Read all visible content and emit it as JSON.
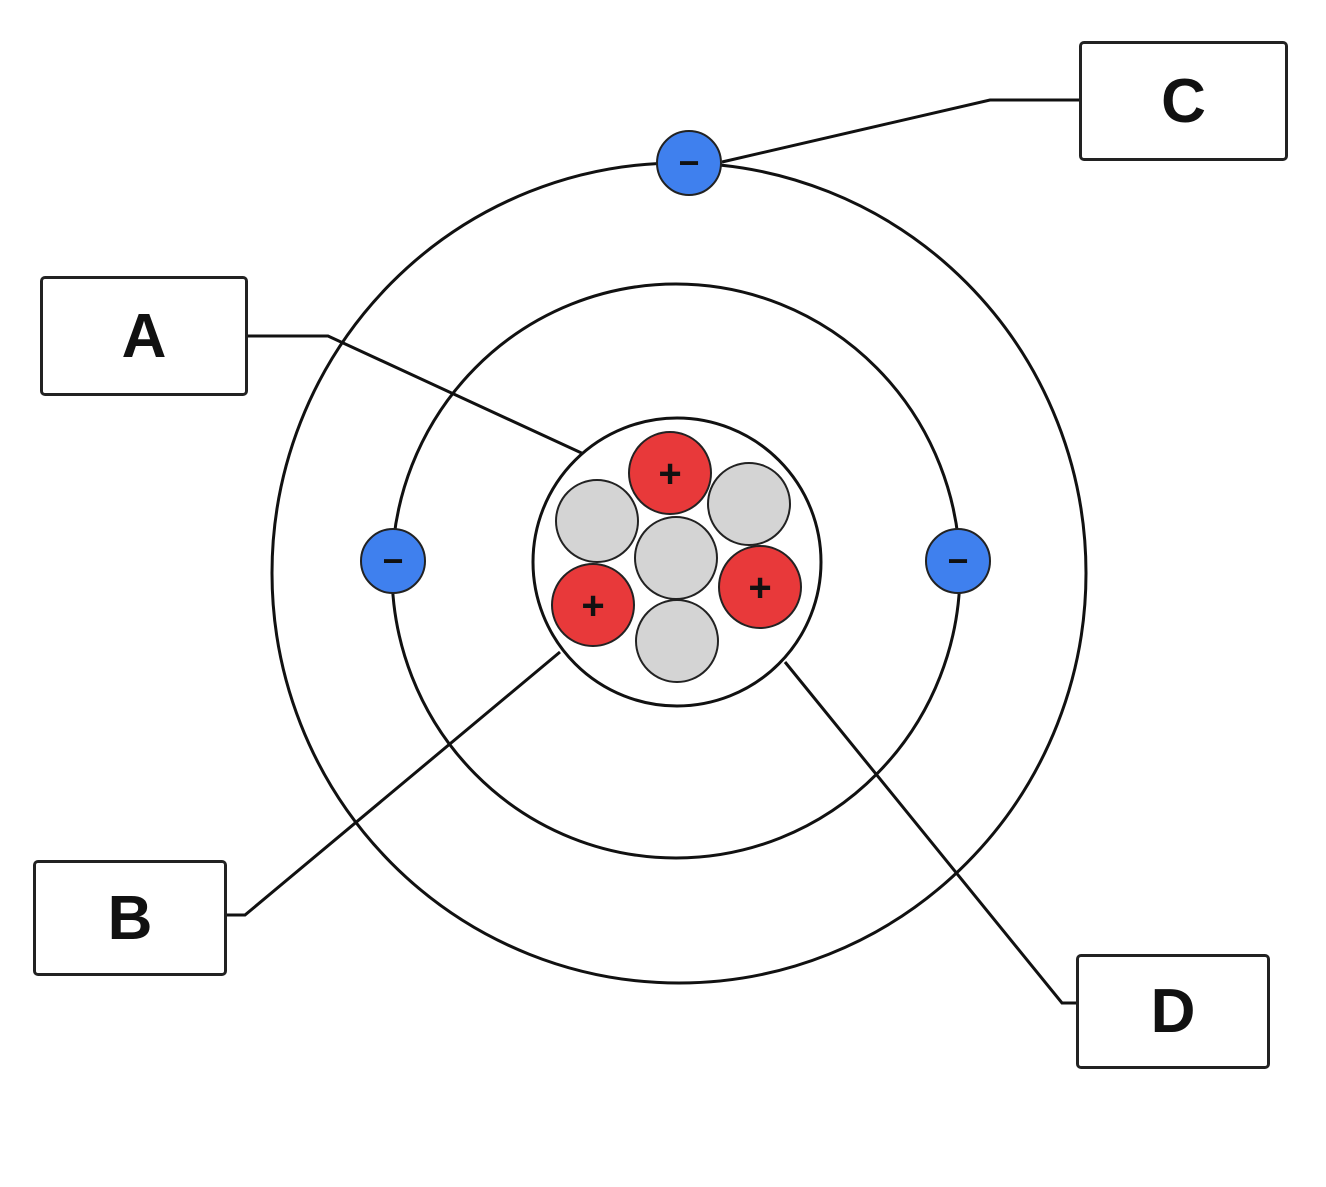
{
  "labels": {
    "a": "A",
    "b": "B",
    "c": "C",
    "d": "D"
  },
  "signs": {
    "proton": "+",
    "electron": "−"
  },
  "colors": {
    "proton": "#e8393a",
    "neutron": "#d4d4d4",
    "electron": "#3f80ee",
    "line": "#111111"
  },
  "counts": {
    "protons": 3,
    "neutrons": 4,
    "electrons": 3,
    "orbits": 2
  }
}
